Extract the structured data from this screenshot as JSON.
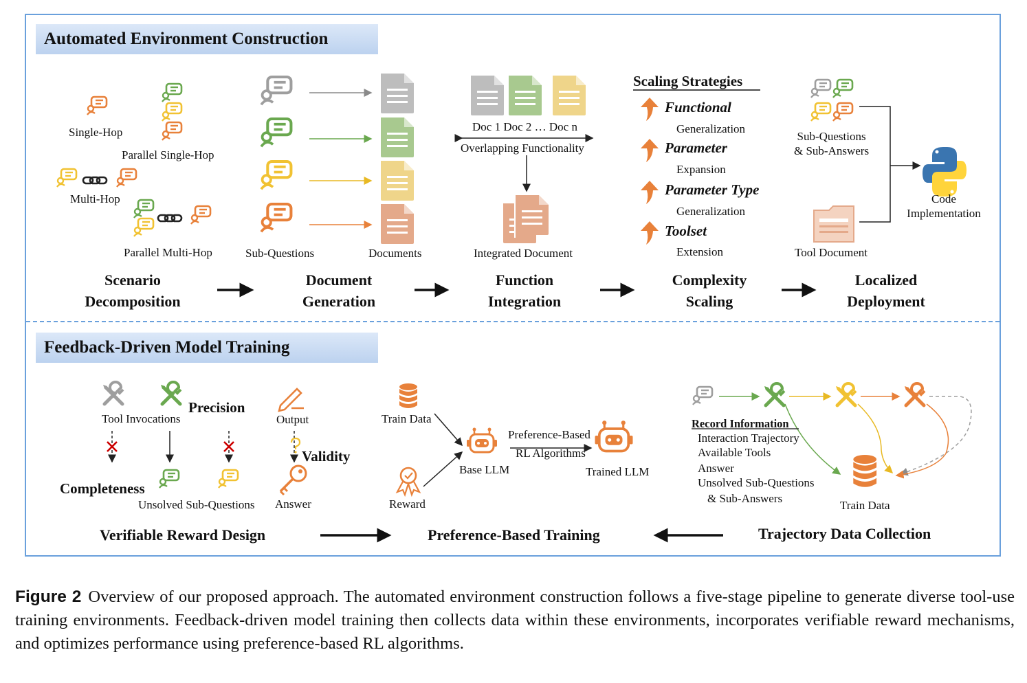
{
  "top_section": {
    "title": "Automated Environment Construction",
    "scenario_labels": {
      "single_hop": "Single-Hop",
      "parallel_single_hop": "Parallel Single-Hop",
      "multi_hop": "Multi-Hop",
      "parallel_multi_hop": "Parallel Multi-Hop"
    },
    "sub_questions_label": "Sub-Questions",
    "documents_label": "Documents",
    "doc_names": [
      "Doc 1",
      "Doc 2 … Doc n"
    ],
    "overlapping_label": "Overlapping Functionality",
    "integrated_label": "Integrated Document",
    "scaling_title": "Scaling Strategies",
    "strategies": [
      {
        "name": "Functional",
        "sub": "Generalization"
      },
      {
        "name": "Parameter",
        "sub": "Expansion"
      },
      {
        "name": "Parameter Type",
        "sub": "Generalization"
      },
      {
        "name": "Toolset",
        "sub": "Extension"
      }
    ],
    "deploy_inputs": {
      "subqa_line1": "Sub-Questions",
      "subqa_line2": "& Sub-Answers",
      "tool_doc": "Tool Document",
      "code_line1": "Code",
      "code_line2": "Implementation"
    },
    "stages": [
      {
        "line1": "Scenario",
        "line2": "Decomposition"
      },
      {
        "line1": "Document",
        "line2": "Generation"
      },
      {
        "line1": "Function",
        "line2": "Integration"
      },
      {
        "line1": "Complexity",
        "line2": "Scaling"
      },
      {
        "line1": "Localized",
        "line2": "Deployment"
      }
    ]
  },
  "bottom_section": {
    "title": "Feedback-Driven Model Training",
    "reward": {
      "tool_invocations": "Tool Invocations",
      "precision": "Precision",
      "output": "Output",
      "validity": "Validity",
      "completeness": "Completeness",
      "unsolved": "Unsolved Sub-Questions",
      "answer": "Answer"
    },
    "training": {
      "train_data": "Train Data",
      "reward": "Reward",
      "base_llm": "Base LLM",
      "algo_line1": "Preference-Based",
      "algo_line2": "RL Algorithms",
      "trained_llm": "Trained LLM"
    },
    "trajectory": {
      "record_title": "Record Information",
      "items": [
        "Interaction Trajectory",
        "Available Tools",
        "Answer",
        "Unsolved Sub-Questions",
        "& Sub-Answers"
      ],
      "train_data": "Train Data"
    },
    "stages": [
      "Verifiable Reward Design",
      "Preference-Based Training",
      "Trajectory Data Collection"
    ]
  },
  "caption": {
    "figure_label": "Figure 2",
    "text": "Overview of our proposed approach. The automated environment construction follows a five-stage pipeline to generate diverse tool-use training environments. Feedback-driven model training then collects data within these environments, incorporates verifiable reward mechanisms, and optimizes performance using preference-based RL algorithms."
  },
  "colors": {
    "frame": "#6aa0dc",
    "orange": "#e8813a",
    "green": "#6aa84f",
    "yellow": "#f1c232",
    "gray": "#9e9e9e",
    "doc_gray": "#bdbdbd",
    "doc_green": "#a8c98f",
    "doc_yellow": "#efd58a",
    "doc_orange": "#e4a98a",
    "python_blue": "#3a75b0",
    "python_yellow": "#ffd43b",
    "red_x": "#cc0000"
  }
}
